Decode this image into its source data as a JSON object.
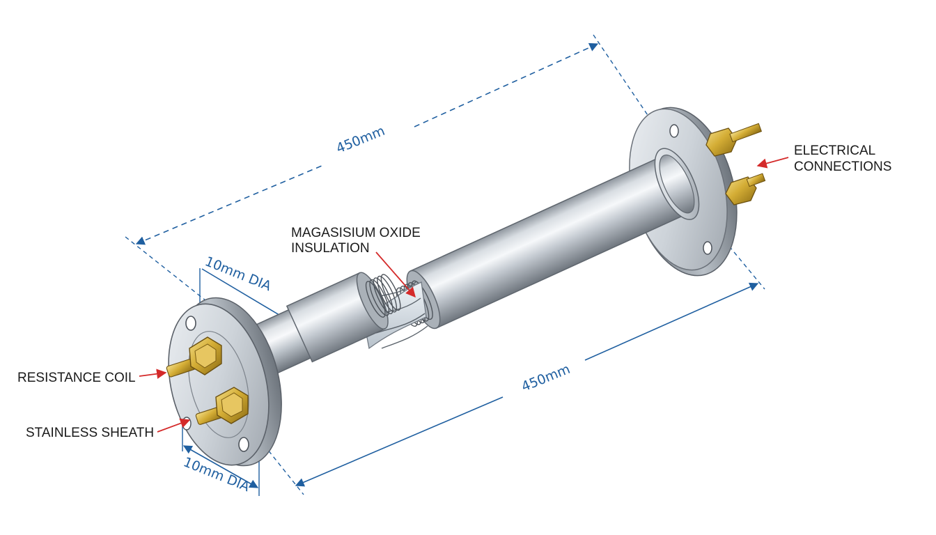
{
  "labels": {
    "electrical_connections": [
      "ELECTRICAL",
      "CONNECTIONS"
    ],
    "insulation": [
      "MAGASISIUM OXIDE",
      "INSULATION"
    ],
    "resistance_coil": "RESISTANCE COIL",
    "stainless_sheath": "STAINLESS SHEATH"
  },
  "dimensions": {
    "overall_length_top": "450mm",
    "overall_length_bottom": "450mm",
    "tube_diameter": "10mm DIA",
    "flange_diameter": "10mm DIA"
  },
  "colors": {
    "dimension_line": "#1f5fa0",
    "leader_arrow": "#d42a2a",
    "text": "#1a1a1a",
    "brass": "#c9a227",
    "steel": "#c9cfd6"
  }
}
